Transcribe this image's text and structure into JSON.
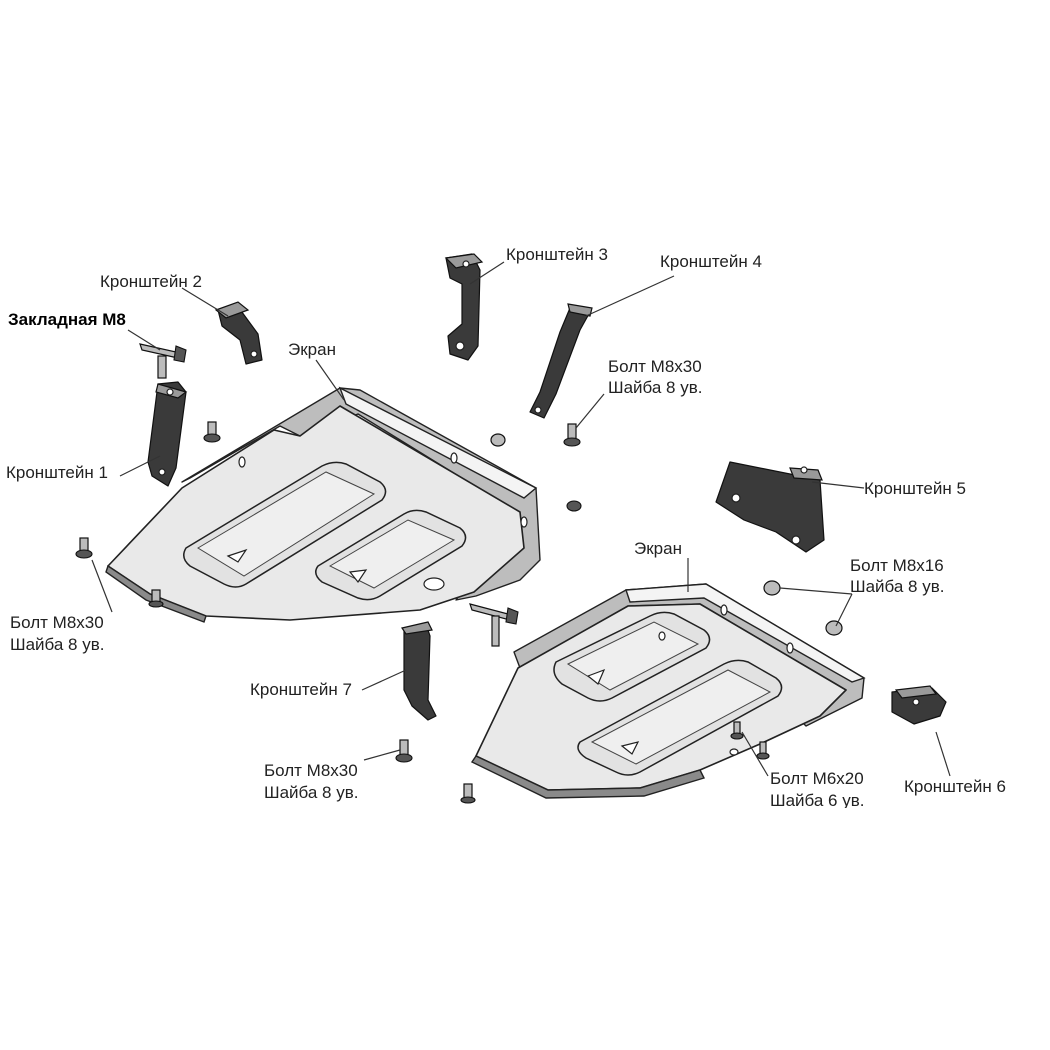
{
  "labels": {
    "bracket2": "Кронштейн 2",
    "insert_m8": "Закладная М8",
    "screen1": "Экран",
    "bracket3": "Кронштейн 3",
    "bracket4": "Кронштейн 4",
    "bolt_m8x30_top": "Болт М8х30",
    "washer_top": "Шайба 8 ув.",
    "bracket1": "Кронштейн 1",
    "bracket5": "Кронштейн 5",
    "screen2": "Экран",
    "bolt_m8x16": "Болт М8х16",
    "washer_m8x16": "Шайба 8 ув.",
    "bolt_m8x30_left": "Болт М8х30",
    "washer_left": "Шайба 8 ув.",
    "bracket7": "Кронштейн 7",
    "bolt_m8x30_bottom": "Болт М8х30",
    "washer_bottom": "Шайба 8 ув.",
    "bolt_m6x20": "Болт М6х20",
    "washer_m6": "Шайба 6 ув.",
    "bracket6": "Кронштейн 6"
  }
}
